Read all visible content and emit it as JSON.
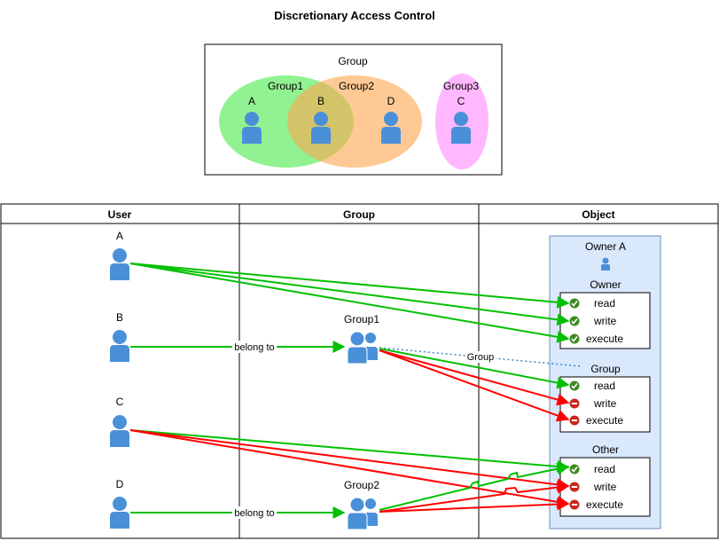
{
  "title": "Discretionary Access Control",
  "venn": {
    "label": "Group",
    "groups": [
      {
        "name": "Group1",
        "color": "#80F080"
      },
      {
        "name": "Group2",
        "color": "#FFB570"
      },
      {
        "name": "Group3",
        "color": "#FF99FF"
      }
    ],
    "users": [
      "A",
      "B",
      "D",
      "C"
    ]
  },
  "table": {
    "columns": [
      "User",
      "Group",
      "Object"
    ],
    "users": [
      "A",
      "B",
      "C",
      "D"
    ],
    "groups": [
      "Group1",
      "Group2"
    ],
    "belong_to_label": "belong to",
    "group_link_label": "Group",
    "object": {
      "owner_label": "Owner A",
      "sections": [
        {
          "title": "Owner",
          "perms": [
            {
              "name": "read",
              "allowed": true
            },
            {
              "name": "write",
              "allowed": true
            },
            {
              "name": "execute",
              "allowed": true
            }
          ]
        },
        {
          "title": "Group",
          "perms": [
            {
              "name": "read",
              "allowed": true
            },
            {
              "name": "write",
              "allowed": false
            },
            {
              "name": "execute",
              "allowed": false
            }
          ]
        },
        {
          "title": "Other",
          "perms": [
            {
              "name": "read",
              "allowed": true
            },
            {
              "name": "write",
              "allowed": false
            },
            {
              "name": "execute",
              "allowed": false
            }
          ]
        }
      ]
    }
  },
  "colors": {
    "user_icon": "#4A90D9",
    "allow_arrow": "#00C000",
    "deny_arrow": "#FF0000",
    "object_bg": "#DAE8FC",
    "object_border": "#6C8EBF",
    "dotted_link": "#3A87C8",
    "check": "#3C8B20",
    "deny": "#C8261B"
  }
}
